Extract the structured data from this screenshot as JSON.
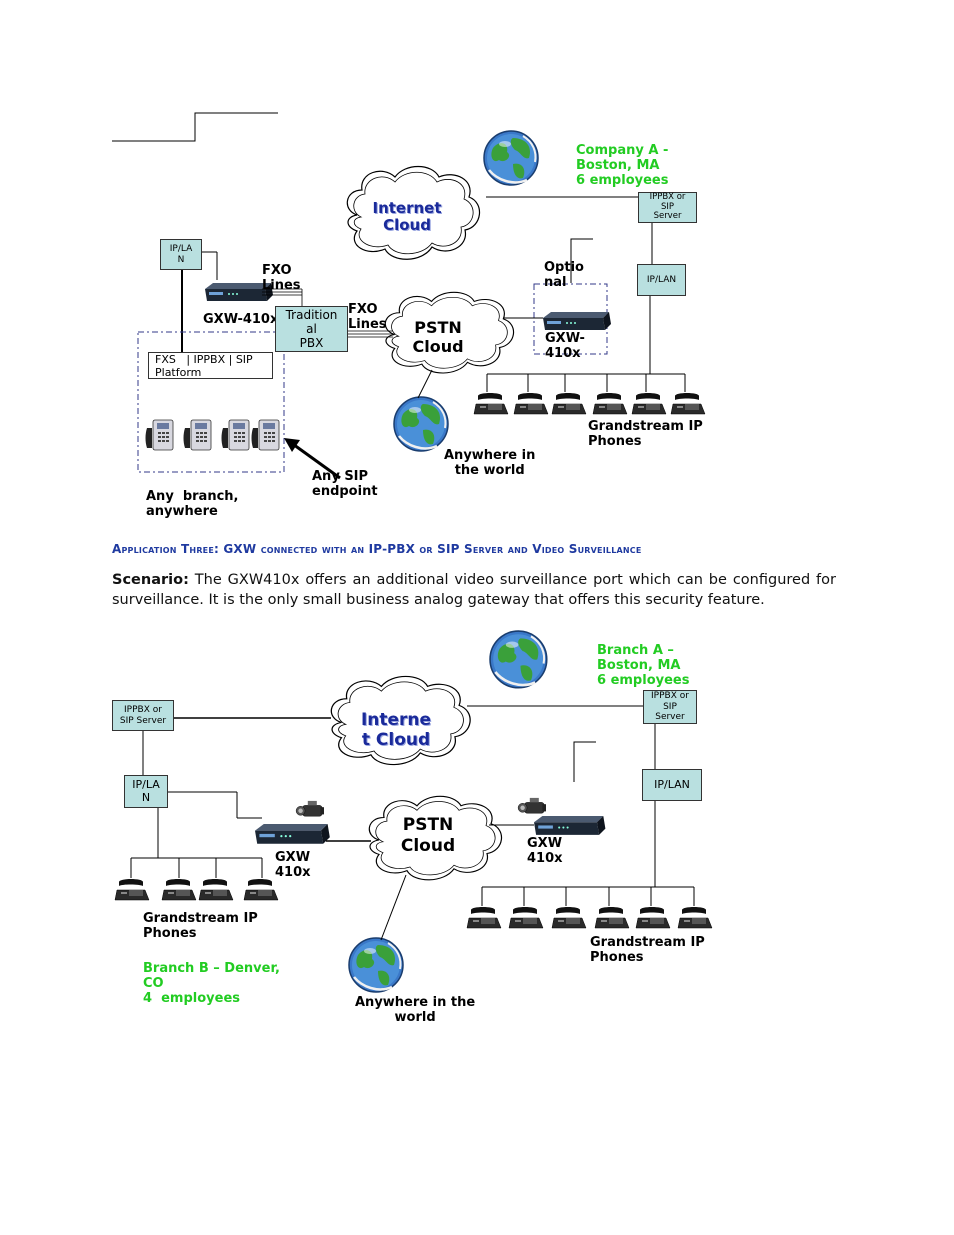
{
  "diagram1": {
    "company_a": "Company A -\nBoston, MA\n6 employees",
    "ippbx_box": "IPPBX or\nSIP\nServer",
    "iplan_right": "IP/LAN",
    "iplan_left": "IP/LA\nN",
    "internet_cloud": "Internet\nCloud",
    "pstn_cloud": "PSTN\nCloud",
    "fxo_lines_1": "FXO\nLines",
    "fxo_lines_2": "FXO\nLines",
    "gxw_410x_left": "GXW-410x",
    "traditional_pbx": "Tradition\nal\nPBX",
    "optional": "Optio\nnal",
    "gxw_410x_right": "GXW-\n410x",
    "platform": "FXS   | IPPBX | SIP\nPlatform",
    "grandstream_phones": "Grandstream IP\nPhones",
    "anywhere": "Anywhere in\nthe world",
    "any_sip": "Any SIP\nendpoint",
    "any_branch": "Any  branch,\nanywhere"
  },
  "section": {
    "heading": "Application Three:  GXW connected with an IP-PBX or SIP Server and Video Surveillance",
    "scenario_label": "Scenario:",
    "scenario_text": " The GXW410x offers an additional video surveillance port which can be configured for surveillance.  It is the only small business analog gateway that offers this security feature."
  },
  "diagram2": {
    "branch_a": "Branch A –\nBoston, MA\n6 employees",
    "ippbx_left": "IPPBX or\nSIP Server",
    "ippbx_right": "IPPBX or\nSIP\nServer",
    "internet_cloud": "Interne\nt Cloud",
    "iplan_left": "IP/LA\nN",
    "iplan_right": "IP/LAN",
    "pstn_cloud": "PSTN\nCloud",
    "gxw_left": "GXW\n410x",
    "gxw_right": "GXW\n410x",
    "phones_left": "Grandstream IP\nPhones",
    "branch_b": "Branch B – Denver,\nCO\n4  employees",
    "phones_right": "Grandstream IP\nPhones",
    "anywhere": "Anywhere in the\nworld"
  }
}
